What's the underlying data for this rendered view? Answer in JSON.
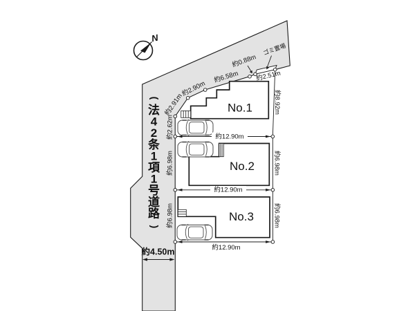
{
  "figure": {
    "type": "residential-site-plan",
    "lot_count": 3
  },
  "colors": {
    "background": "#ffffff",
    "road_fill": "#e3e3e3",
    "line": "#1a1a1a",
    "car_line": "#4a4a4a"
  },
  "compass": {
    "north_label": "N"
  },
  "road": {
    "label": "(法42条1項1号道路)",
    "label_chars": [
      "(",
      "法",
      "4",
      "2",
      "条",
      "1",
      "項",
      "1",
      "号",
      "道",
      "路",
      ")"
    ],
    "width_dim": "約4.50m"
  },
  "garbage_area": {
    "label": "ゴミ置場"
  },
  "boundary_dims": {
    "northwest_lower": "約2.91m",
    "northwest_upper": "約2.90m",
    "north": "約6.58m",
    "garbage_west": "約0.88m",
    "garbage_south": "約2.51m",
    "lot1_east": "約8.92m",
    "lot1_west": "約2.62m",
    "lot1_south": "約12.90m",
    "lot2_west": "約6.98m",
    "lot2_east": "約6.98m",
    "lot2_south": "約12.90m",
    "lot3_west": "約6.98m",
    "lot3_east": "約6.98m",
    "lot3_south": "約12.90m"
  },
  "lots": [
    {
      "name": "No.1"
    },
    {
      "name": "No.2"
    },
    {
      "name": "No.3"
    }
  ]
}
